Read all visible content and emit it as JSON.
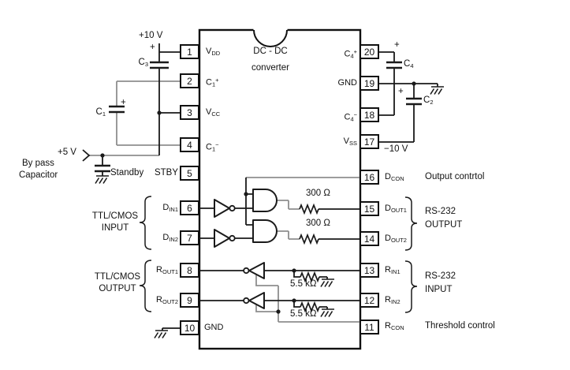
{
  "diagram": {
    "chip_title_line1": "DC - DC",
    "chip_title_line2": "converter"
  },
  "pins": {
    "left": [
      {
        "num": "1"
      },
      {
        "num": "2"
      },
      {
        "num": "3"
      },
      {
        "num": "4"
      },
      {
        "num": "5"
      },
      {
        "num": "6"
      },
      {
        "num": "7"
      },
      {
        "num": "8"
      },
      {
        "num": "9"
      },
      {
        "num": "10"
      }
    ],
    "right": [
      {
        "num": "20"
      },
      {
        "num": "19"
      },
      {
        "num": "18"
      },
      {
        "num": "17"
      },
      {
        "num": "16"
      },
      {
        "num": "15"
      },
      {
        "num": "14"
      },
      {
        "num": "13"
      },
      {
        "num": "12"
      },
      {
        "num": "11"
      }
    ]
  },
  "pin_names": {
    "vdd": {
      "parts": [
        {
          "t": "V"
        },
        {
          "t": "DD",
          "s": "sub"
        }
      ]
    },
    "c1_plus": {
      "parts": [
        {
          "t": "C"
        },
        {
          "t": "1",
          "s": "sub"
        },
        {
          "t": "+",
          "s": "sup"
        }
      ]
    },
    "vcc": {
      "parts": [
        {
          "t": "V"
        },
        {
          "t": "CC",
          "s": "sub"
        }
      ]
    },
    "c1_minus": {
      "parts": [
        {
          "t": "C"
        },
        {
          "t": "1",
          "s": "sub"
        },
        {
          "t": "−",
          "s": "sup"
        }
      ]
    },
    "stby": {
      "parts": [
        {
          "t": "STBY"
        }
      ]
    },
    "din1": {
      "parts": [
        {
          "t": "D"
        },
        {
          "t": "IN1",
          "s": "sub"
        }
      ]
    },
    "din2": {
      "parts": [
        {
          "t": "D"
        },
        {
          "t": "IN2",
          "s": "sub"
        }
      ]
    },
    "rout1": {
      "parts": [
        {
          "t": "R"
        },
        {
          "t": "OUT1",
          "s": "sub"
        }
      ]
    },
    "rout2": {
      "parts": [
        {
          "t": "R"
        },
        {
          "t": "OUT2",
          "s": "sub"
        }
      ]
    },
    "gnd_10": {
      "parts": [
        {
          "t": "GND"
        }
      ]
    },
    "c4_plus": {
      "parts": [
        {
          "t": "C"
        },
        {
          "t": "4",
          "s": "sub"
        },
        {
          "t": "+",
          "s": "sup"
        }
      ]
    },
    "gnd_19": {
      "parts": [
        {
          "t": "GND"
        }
      ]
    },
    "c4_minus": {
      "parts": [
        {
          "t": "C"
        },
        {
          "t": "4",
          "s": "sub"
        },
        {
          "t": "−",
          "s": "sup"
        }
      ]
    },
    "vss": {
      "parts": [
        {
          "t": "V"
        },
        {
          "t": "SS",
          "s": "sub"
        }
      ]
    },
    "dcon": {
      "parts": [
        {
          "t": "D"
        },
        {
          "t": "CON",
          "s": "sub"
        }
      ]
    },
    "dout1": {
      "parts": [
        {
          "t": "D"
        },
        {
          "t": "OUT1",
          "s": "sub"
        }
      ]
    },
    "dout2": {
      "parts": [
        {
          "t": "D"
        },
        {
          "t": "OUT2",
          "s": "sub"
        }
      ]
    },
    "rin1": {
      "parts": [
        {
          "t": "R"
        },
        {
          "t": "IN1",
          "s": "sub"
        }
      ]
    },
    "rin2": {
      "parts": [
        {
          "t": "R"
        },
        {
          "t": "IN2",
          "s": "sub"
        }
      ]
    },
    "rcon": {
      "parts": [
        {
          "t": "R"
        },
        {
          "t": "CON",
          "s": "sub"
        }
      ]
    }
  },
  "components": {
    "c1": {
      "parts": [
        {
          "t": "C"
        },
        {
          "t": "1",
          "s": "sub"
        }
      ]
    },
    "c2": {
      "parts": [
        {
          "t": "C"
        },
        {
          "t": "2",
          "s": "sub"
        }
      ]
    },
    "c3": {
      "parts": [
        {
          "t": "C"
        },
        {
          "t": "3",
          "s": "sub"
        }
      ]
    },
    "c4": {
      "parts": [
        {
          "t": "C"
        },
        {
          "t": "4",
          "s": "sub"
        }
      ]
    },
    "r300": "300 Ω",
    "r55": "5.5 kΩ",
    "plus": "+"
  },
  "annotations": {
    "supply_10v": "+10 V",
    "supply_5v": "+5 V",
    "supply_neg10v": "−10 V",
    "bypass_line1": "By pass",
    "bypass_line2": "Capacitor",
    "standby": "Standby",
    "ttl_cmos": "TTL/CMOS",
    "input": "INPUT",
    "output": "OUTPUT",
    "rs232": "RS-232",
    "output_control": "Output contrtol",
    "threshold_control": "Threshold control"
  },
  "colors": {
    "wire": "#1a1a1a",
    "wire_light": "#8e8e8e",
    "background": "#ffffff"
  }
}
